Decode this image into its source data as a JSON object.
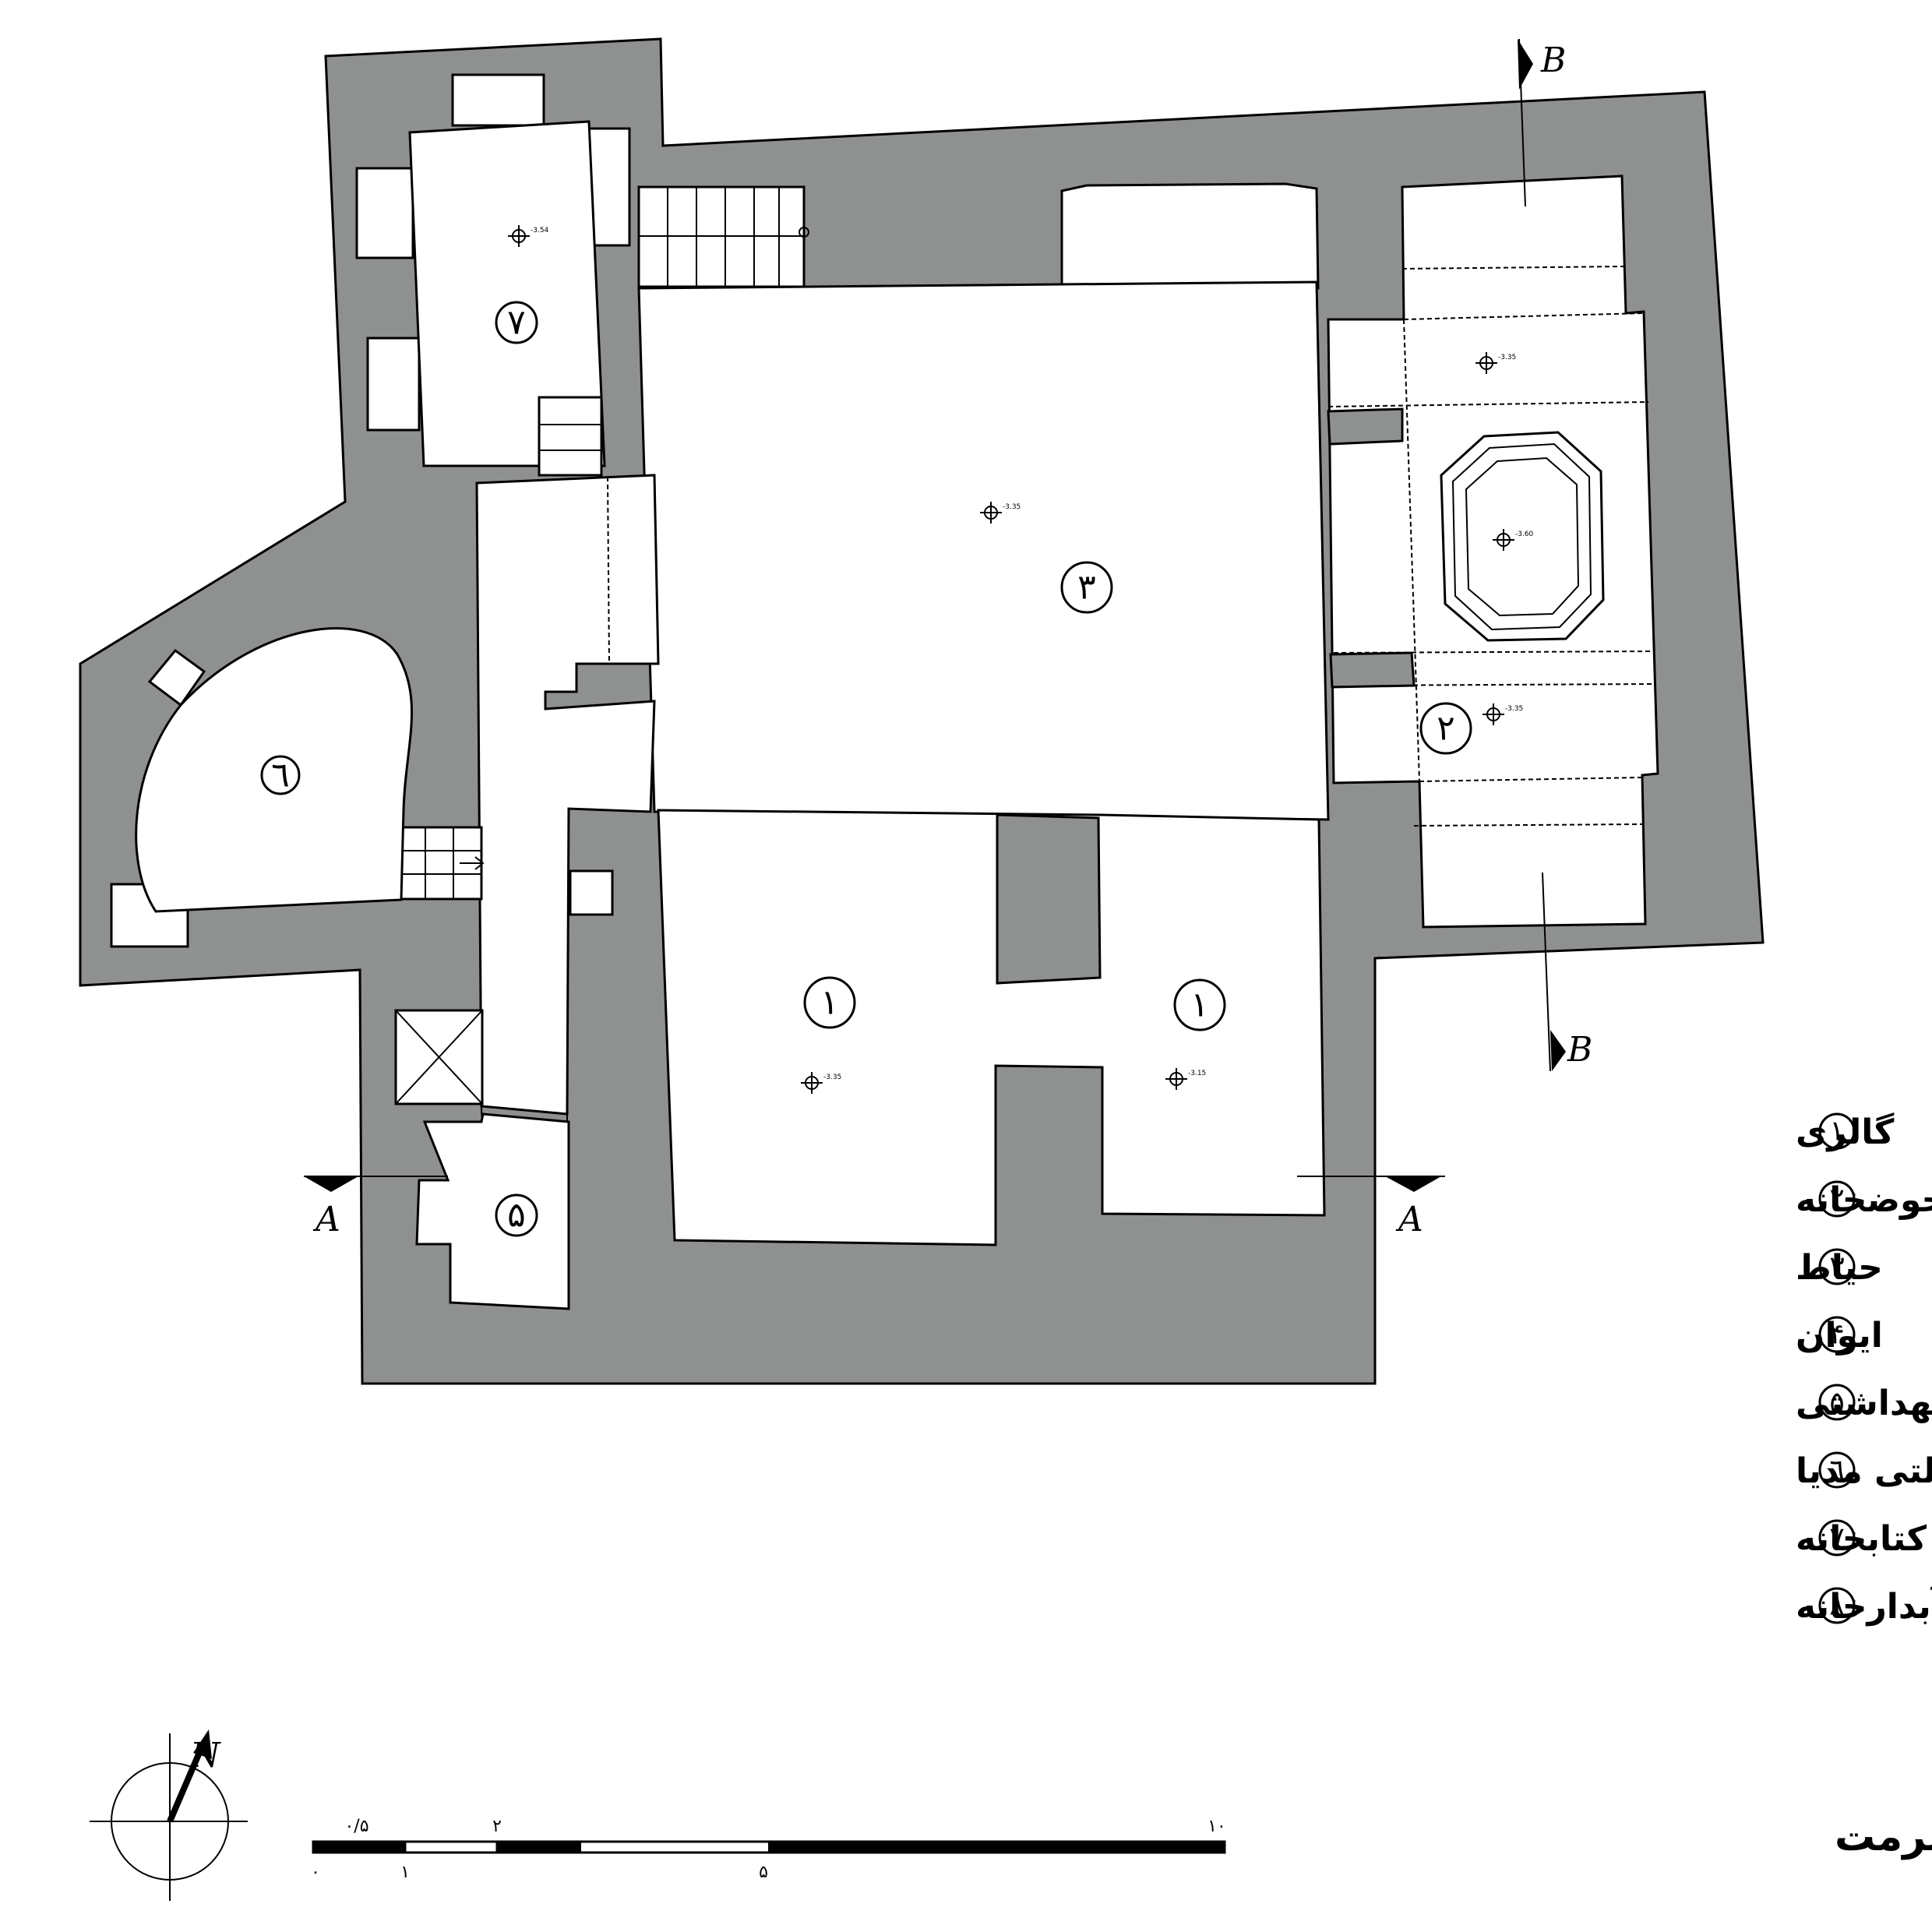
{
  "rooms": [
    {
      "id": "1a",
      "num": "١"
    },
    {
      "id": "1b",
      "num": "١"
    },
    {
      "id": "2",
      "num": "٢"
    },
    {
      "id": "3",
      "num": "٣"
    },
    {
      "id": "5",
      "num": "۵"
    },
    {
      "id": "6",
      "num": "٦"
    },
    {
      "id": "7",
      "num": "٧"
    }
  ],
  "legend": [
    {
      "num": "١",
      "label": "گالری"
    },
    {
      "num": "٢",
      "label": "حوضخانه"
    },
    {
      "num": "٣",
      "label": "حیاط"
    },
    {
      "num": "۴",
      "label": "ایوان"
    },
    {
      "num": "۵",
      "label": "سرویس بهداشتی"
    },
    {
      "num": "٦",
      "label": "اتاق مالتی مدیا"
    },
    {
      "num": "٧",
      "label": "کتابخانه"
    },
    {
      "num": "٨",
      "label": "آبدارخانه"
    }
  ],
  "levels": {
    "library": "-3.54",
    "courtyard": "-3.35",
    "pool_room_top": "-3.35",
    "pool": "-3.60",
    "pool_room_bottom": "-3.35",
    "gallery_left": "-3.35",
    "gallery_right": "-3.15"
  },
  "sections": {
    "a": "A",
    "b": "B"
  },
  "north": "N",
  "title": "پلان زیرزمین بعد از مرمت",
  "scale": {
    "upper_ticks": [
      "٠/۵",
      "٢",
      "١٠"
    ],
    "lower_ticks": [
      "٠",
      "١",
      "۵"
    ]
  }
}
